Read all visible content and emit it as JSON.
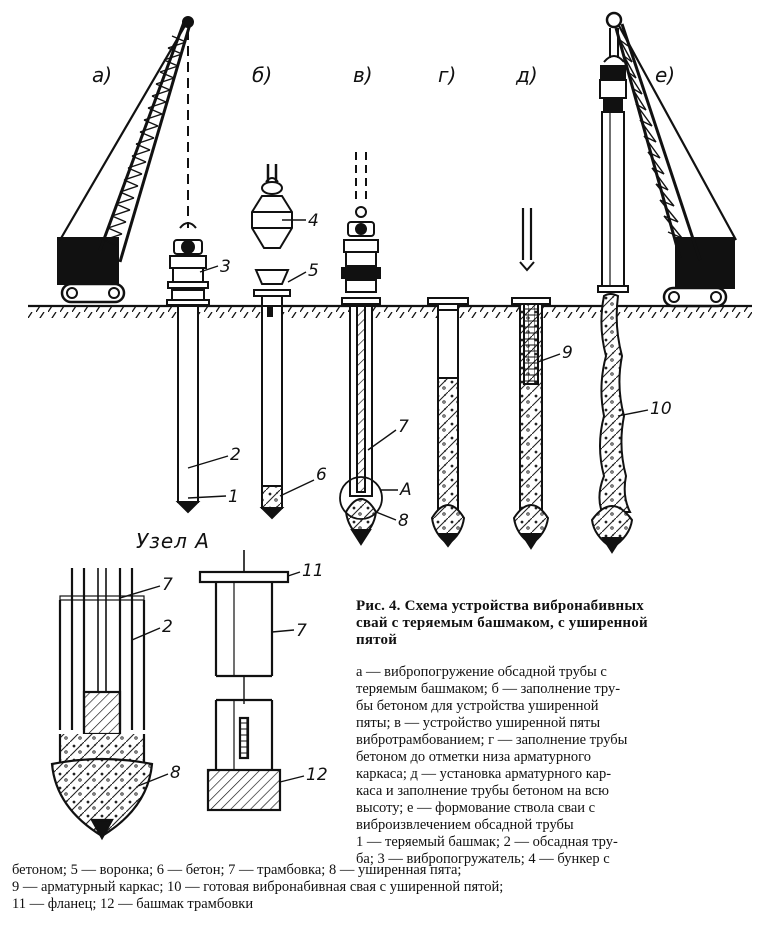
{
  "stage_labels": [
    "а)",
    "б)",
    "в)",
    "г)",
    "д)",
    "е)"
  ],
  "callouts": {
    "n1": "1",
    "n2": "2",
    "n3": "3",
    "n4": "4",
    "n5": "5",
    "n6": "6",
    "n7": "7",
    "n8": "8",
    "n9": "9",
    "n10": "10",
    "nA": "А",
    "d7": "7",
    "d2": "2",
    "d8": "8",
    "d11": "11",
    "d7b": "7",
    "d12": "12"
  },
  "detail_title": "Узел А",
  "caption": {
    "title_lines": [
      "Рис. 4. Схема устройства вибронабивных",
      "свай с теряемым башмаком, с уширенной",
      "пятой"
    ],
    "body_lines": [
      "а — вибропогружение обсадной трубы с",
      "теряемым башмаком; б — заполнение тру-",
      "бы бетоном для устройства уширенной",
      "пяты; в — устройство уширенной пяты",
      "вибротрамбованием; г — заполнение трубы",
      "бетоном до отметки низа арматурного",
      "каркаса; д — установка арматурного кар-",
      "каса и заполнение трубы бетоном на всю",
      "высоту; е — формование ствола сваи с",
      "виброизвлечением обсадной трубы",
      "1 — теряемый башмак; 2 — обсадная тру-",
      "ба; 3 — вибропогружатель; 4 — бункер с"
    ],
    "tail_lines": [
      "бетоном; 5 — воронка; 6 — бетон; 7 — трамбовка; 8 — уширенная пята;",
      "9 — арматурный каркас; 10 — готовая вибронабивная свая с уширенной пятой;",
      "11 — фланец; 12 — башмак трамбовки"
    ]
  }
}
